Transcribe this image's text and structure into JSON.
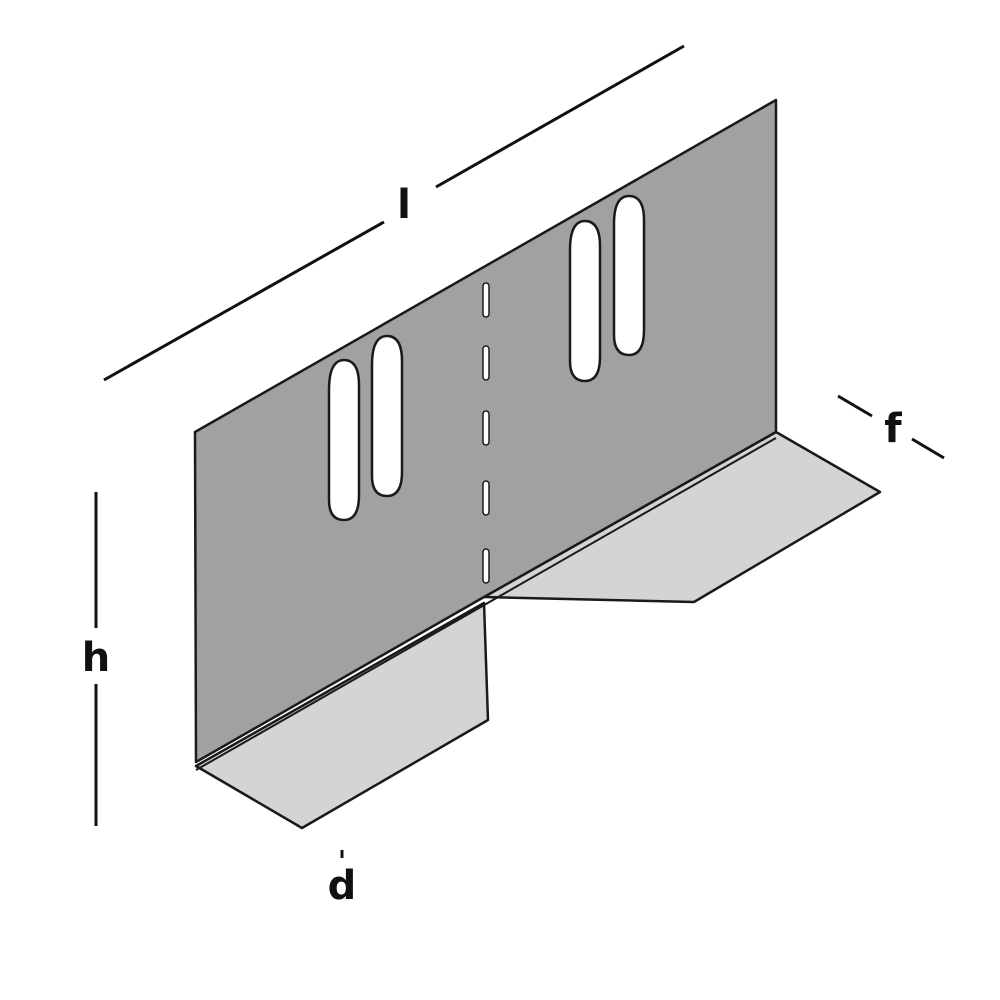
{
  "diagram": {
    "labels": {
      "length": "l",
      "height": "h",
      "foot_front": "f",
      "foot_depth": "d"
    },
    "colors": {
      "plate": "#a0a2a1",
      "foot": "#d3d4d3",
      "stroke": "#1a1a1a",
      "slot": "#ffffff",
      "dimension_line": "#111111"
    }
  }
}
